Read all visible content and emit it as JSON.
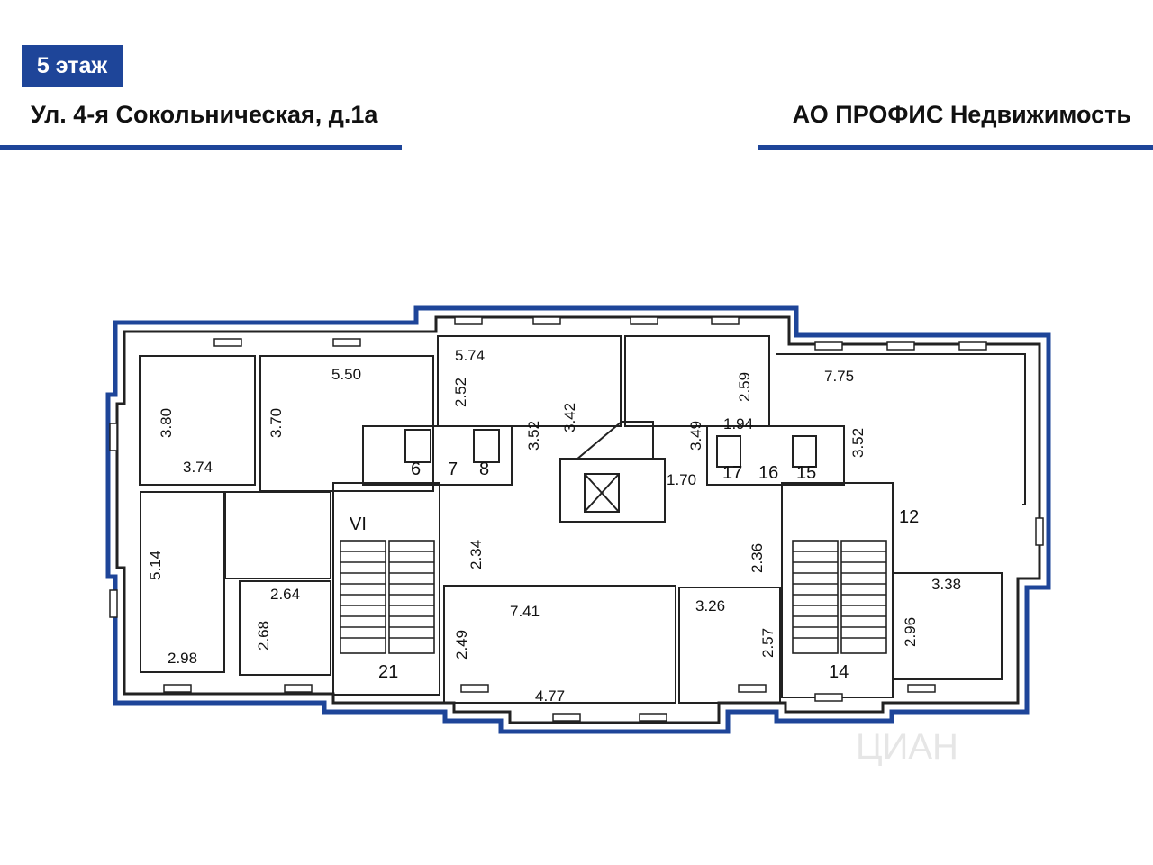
{
  "header": {
    "floor_badge": "5 этаж",
    "address": "Ул. 4-я Сокольническая, д.1а",
    "company": "АО ПРОФИС Недвижимость"
  },
  "colors": {
    "accent": "#1e4599",
    "wall": "#222222"
  },
  "plan": {
    "dimensions": [
      "3.80",
      "3.74",
      "3.70",
      "5.50",
      "2.52",
      "5.74",
      "3.42",
      "3.52",
      "2.59",
      "3.49",
      "1.94",
      "1.70",
      "7.75",
      "3.52",
      "5.14",
      "2.64",
      "2.68",
      "2.98",
      "2.34",
      "7.41",
      "2.49",
      "4.77",
      "2.36",
      "3.26",
      "2.57",
      "3.38",
      "2.96"
    ],
    "room_numbers": [
      "6",
      "7",
      "8",
      "17",
      "16",
      "15",
      "12",
      "VI",
      "21",
      "14"
    ],
    "watermark": "ЦИАН"
  }
}
